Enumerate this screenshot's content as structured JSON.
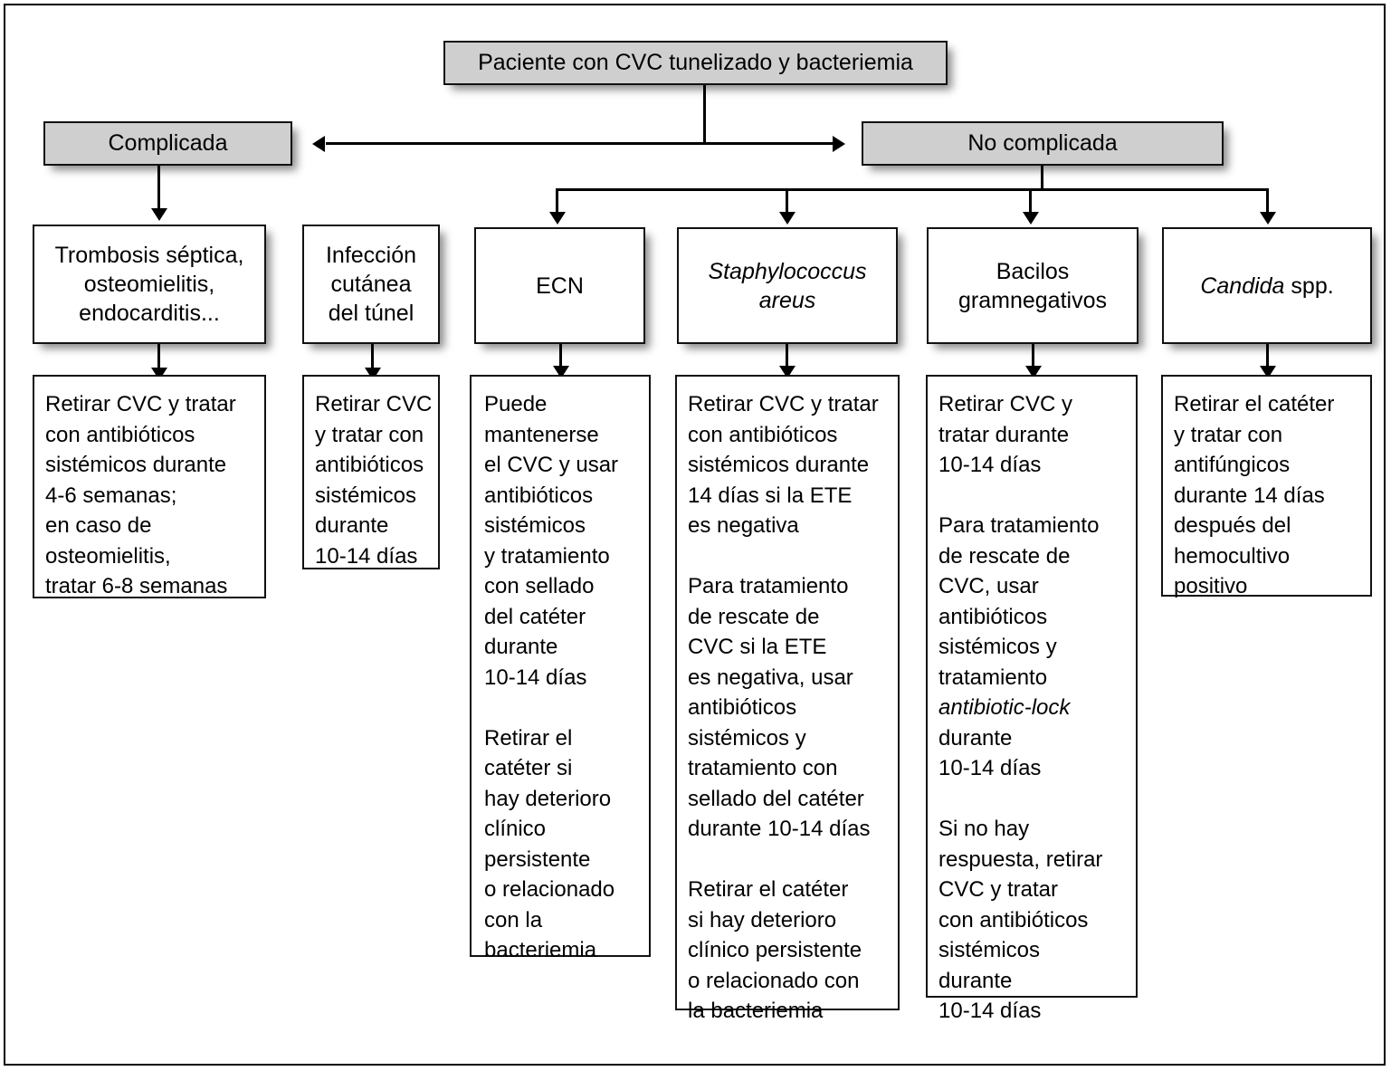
{
  "diagram": {
    "type": "flowchart",
    "language": "es",
    "root": {
      "label": "Paciente con CVC tunelizado y bacteriemia"
    },
    "branches": [
      {
        "id": "complicada",
        "label": "Complicada"
      },
      {
        "id": "no-complicada",
        "label": "No complicada"
      }
    ],
    "categories": [
      {
        "id": "trombosis",
        "label": "Trombosis séptica,\nosteomielitis,\nendocarditis...",
        "italic": false,
        "parent": "complicada"
      },
      {
        "id": "infeccion-tunel",
        "label": "Infección\ncutánea\ndel túnel",
        "italic": false,
        "parent": "none"
      },
      {
        "id": "ecn",
        "label": "ECN",
        "italic": false,
        "parent": "no-complicada"
      },
      {
        "id": "staph",
        "label": "Staphylococcus\nareus",
        "italic": true,
        "parent": "no-complicada"
      },
      {
        "id": "bacilos",
        "label": "Bacilos\ngramnegativos",
        "italic": false,
        "parent": "no-complicada"
      },
      {
        "id": "candida",
        "label_italic": "Candida",
        "label_rest": " spp.",
        "italic": true,
        "parent": "no-complicada"
      }
    ],
    "treatments": [
      {
        "id": "trat-trombosis",
        "for": "trombosis",
        "text": "Retirar CVC y tratar\ncon antibióticos\nsistémicos durante\n4-6 semanas;\nen caso de\nosteomielitis,\ntratar 6-8 semanas"
      },
      {
        "id": "trat-tunel",
        "for": "infeccion-tunel",
        "text": "Retirar CVC\ny tratar con\nantibióticos\nsistémicos\ndurante\n10-14 días"
      },
      {
        "id": "trat-ecn",
        "for": "ecn",
        "text": "Puede\nmantenerse\nel CVC y usar\nantibióticos\nsistémicos\ny tratamiento\ncon sellado\ndel catéter\ndurante\n10-14 días\n\nRetirar el\ncatéter si\nhay deterioro\nclínico\npersistente\no relacionado\ncon la\nbacteriemia"
      },
      {
        "id": "trat-staph",
        "for": "staph",
        "text": "Retirar CVC y tratar\ncon antibióticos\nsistémicos durante\n14 días si la ETE\nes negativa\n\nPara tratamiento\nde rescate de\nCVC si la ETE\nes negativa, usar\nantibióticos\nsistémicos y\ntratamiento con\nsellado del catéter\ndurante 10-14 días\n\nRetirar el catéter\nsi hay deterioro\nclínico persistente\no relacionado con\nla bacteriemia"
      },
      {
        "id": "trat-bacilos",
        "for": "bacilos",
        "part1": "Retirar CVC y\ntratar durante\n10-14 días\n\nPara tratamiento\nde rescate de\nCVC, usar\nantibióticos\nsistémicos y\ntratamiento\n",
        "emphasis": "antibiotic-lock",
        "part2": "\ndurante\n10-14 días\n\nSi no hay\nrespuesta, retirar\nCVC y tratar\ncon antibióticos\nsistémicos\ndurante\n10-14 días"
      },
      {
        "id": "trat-candida",
        "for": "candida",
        "text": "Retirar el catéter\ny tratar con\nantifúngicos\ndurante 14 días\ndespués del\nhemocultivo\npositivo"
      }
    ],
    "colors": {
      "shaded_fill": "#cfcfcf",
      "box_fill": "#ffffff",
      "stroke": "#111111",
      "text": "#000000"
    }
  }
}
